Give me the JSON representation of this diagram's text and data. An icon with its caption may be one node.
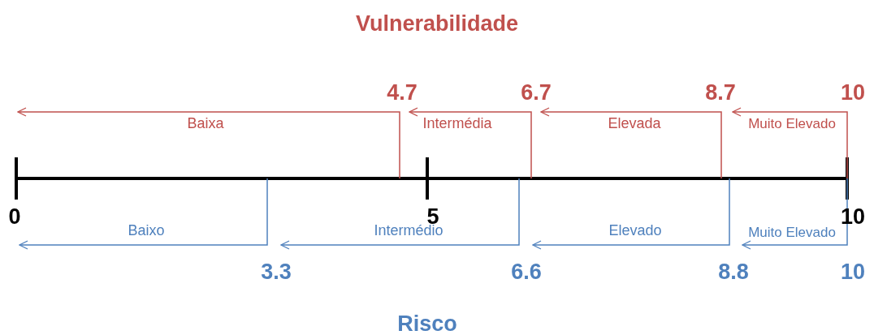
{
  "diagram": {
    "title": "Vulnerabilidade",
    "caption": "Risco",
    "labels": [
      "4.7",
      "6.7",
      "8.7",
      "10",
      "Baixa",
      "Intermédia",
      "Elevada",
      "Muito Elevado",
      "0",
      "5",
      "10",
      "Baixo",
      "Intermédio",
      "Elevado",
      "Muito Elevado",
      "3.3",
      "6.6",
      "8.8",
      "10"
    ]
  }
}
